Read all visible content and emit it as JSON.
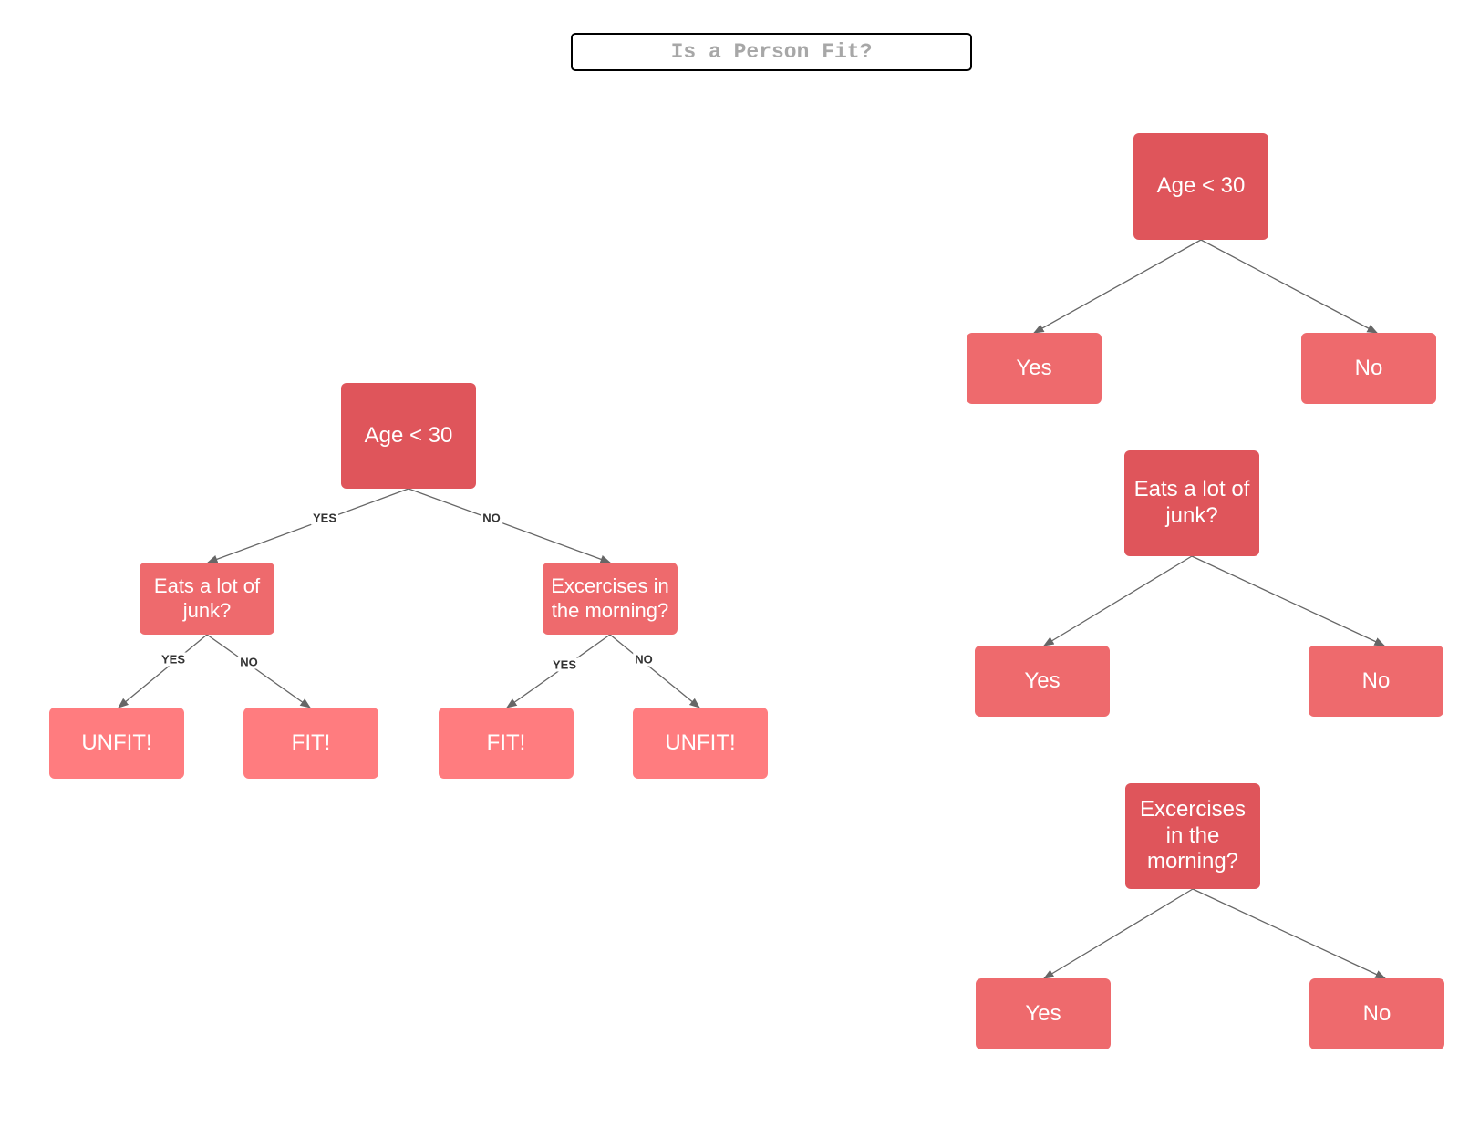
{
  "title": "Is a Person Fit?",
  "colors": {
    "decision": "#df555b",
    "branch": "#ee6a6d",
    "outcome": "#ff7c7f",
    "edge": "#666666",
    "title_text": "#a7a7a7"
  },
  "main_tree": {
    "root": "Age < 30",
    "left": {
      "edge_label": "YES",
      "question": "Eats a lot of junk?",
      "yes": {
        "edge_label": "YES",
        "result": "UNFIT!"
      },
      "no": {
        "edge_label": "NO",
        "result": "FIT!"
      }
    },
    "right": {
      "edge_label": "NO",
      "question": "Excercises in the morning?",
      "yes": {
        "edge_label": "YES",
        "result": "FIT!"
      },
      "no": {
        "edge_label": "NO",
        "result": "UNFIT!"
      }
    }
  },
  "legend_trees": [
    {
      "question": "Age < 30",
      "yes": "Yes",
      "no": "No"
    },
    {
      "question": "Eats a lot of junk?",
      "yes": "Yes",
      "no": "No"
    },
    {
      "question": "Excercises in the morning?",
      "yes": "Yes",
      "no": "No"
    }
  ]
}
